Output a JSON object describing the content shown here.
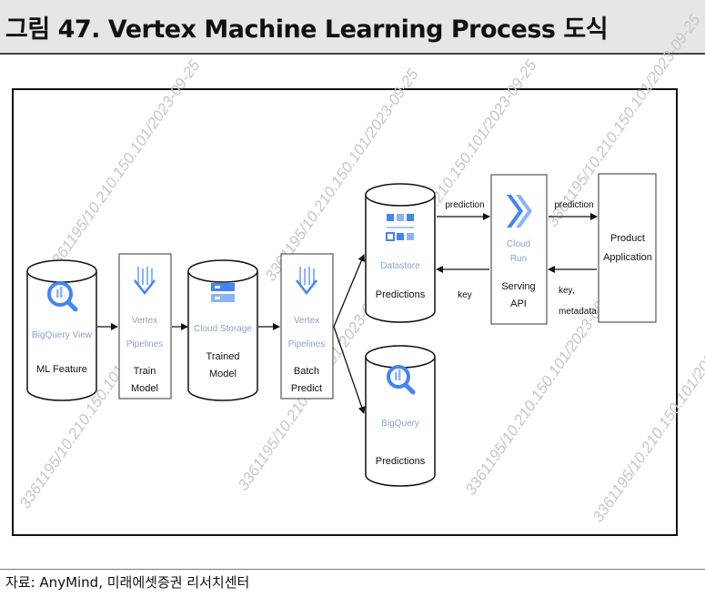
{
  "figure": {
    "title": "그림 47. Vertex Machine Learning Process 도식",
    "source": "자료: AnyMind, 미래에셋증권 리서치센터"
  },
  "nodes": {
    "bigquery_view": {
      "service": "BigQuery View",
      "label": "ML Feature"
    },
    "vertex_train": {
      "service_line1": "Vertex",
      "service_line2": "Pipelines",
      "label_line1": "Train",
      "label_line2": "Model"
    },
    "cloud_storage": {
      "service": "Cloud Storage",
      "label_line1": "Trained",
      "label_line2": "Model"
    },
    "vertex_batch": {
      "service_line1": "Vertex",
      "service_line2": "Pipelines",
      "label_line1": "Batch",
      "label_line2": "Predict"
    },
    "datastore": {
      "service": "Datastore",
      "label": "Predictions"
    },
    "bigquery_pred": {
      "service": "BigQuery",
      "label": "Predictions"
    },
    "cloud_run": {
      "service_line1": "Cloud",
      "service_line2": "Run",
      "label_line1": "Serving",
      "label_line2": "API"
    },
    "product_app": {
      "label_line1": "Product",
      "label_line2": "Application"
    }
  },
  "edges": {
    "datastore_to_run": "prediction",
    "run_to_datastore": "key",
    "run_to_app": "prediction",
    "app_to_run_line1": "key,",
    "app_to_run_line2": "metadata"
  },
  "watermarks": [
    "3361195/10.210.150.101/2023-09-25",
    "3361195/10.210.150.101/2023-09-25",
    "3361195/10.210.150.101/2023-09-25",
    "3361195/10.210.150.101/2023-09-25",
    "3361195/10.210.150.101/2023-09-25",
    "3361195/10.210.150.101/2023-09-25",
    "3361195/10.210.150.101/2023-09-25",
    "3361195/10.210.150.101/2023-09-25"
  ],
  "colors": {
    "icon_blue": "#4285f4",
    "icon_light_blue": "#8ab4f8",
    "service_text": "#8ea3c8",
    "box_border": "#555555"
  }
}
